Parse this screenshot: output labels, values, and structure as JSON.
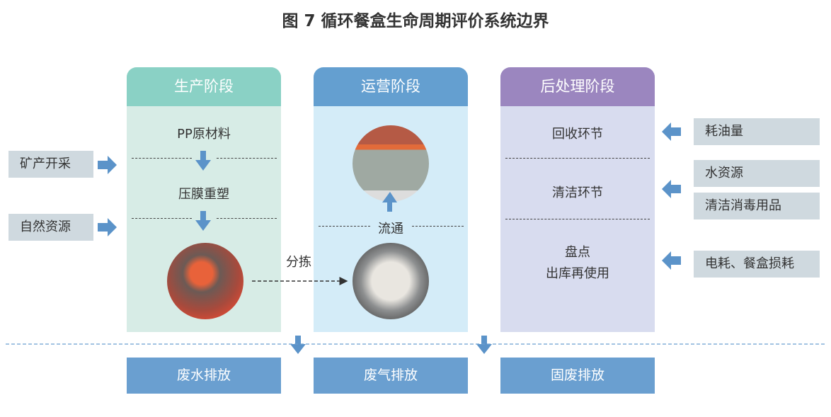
{
  "title": "图 7 循环餐盒生命周期评价系统边界",
  "stages": {
    "production": {
      "label": "生产阶段",
      "steps": [
        "PP原材料",
        "压膜重塑"
      ]
    },
    "operation": {
      "label": "运营阶段",
      "flow": "流通"
    },
    "post": {
      "label": "后处理阶段",
      "steps": [
        "回收环节",
        "清洁环节",
        "盘点",
        "出库再使用"
      ]
    }
  },
  "sort_label": "分拣",
  "inputs_left": [
    "矿产开采",
    "自然资源"
  ],
  "inputs_right": [
    "耗油量",
    "水资源",
    "清洁消毒用品",
    "电耗、餐盒损耗"
  ],
  "outputs": [
    "废水排放",
    "废气排放",
    "固废排放"
  ],
  "colors": {
    "production_header": "#8ad1c5",
    "operation_header": "#649fd0",
    "post_header": "#9b86bf",
    "arrow": "#5b93c9"
  }
}
